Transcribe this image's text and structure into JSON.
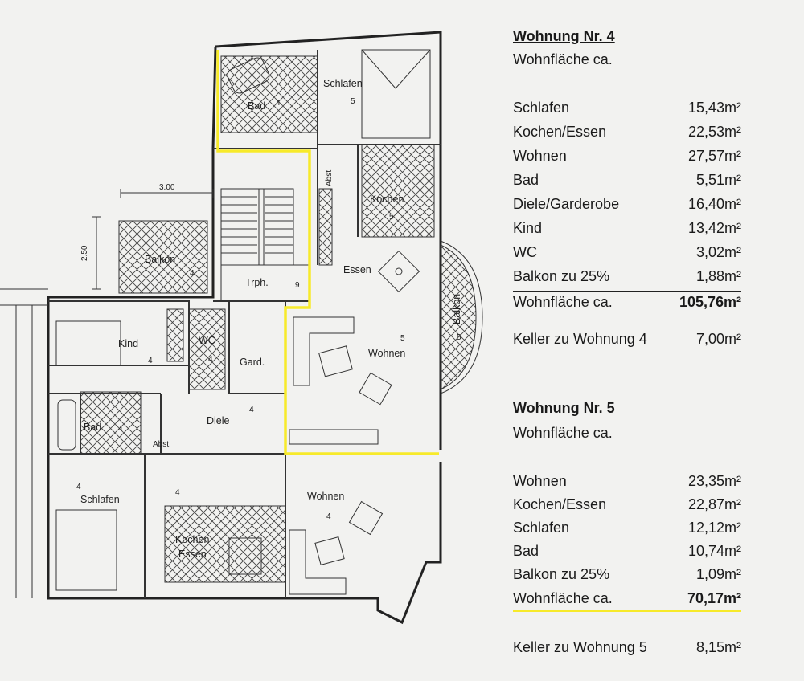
{
  "plan": {
    "dimensions": {
      "width": "3.00",
      "height": "2.50"
    },
    "rooms": [
      {
        "id": "bad4",
        "label": "Bad",
        "num": "4"
      },
      {
        "id": "schlafen4",
        "label": "Schlafen",
        "num": "5"
      },
      {
        "id": "abst4",
        "label": "Abst."
      },
      {
        "id": "kochen4",
        "label": "Kochen",
        "num": "5"
      },
      {
        "id": "essen4",
        "label": "Essen"
      },
      {
        "id": "balkon_west",
        "label": "Balkon",
        "num": "4"
      },
      {
        "id": "trph",
        "label": "Trph.",
        "num": "9"
      },
      {
        "id": "balkon_ost",
        "label": "Balkon",
        "num": "5"
      },
      {
        "id": "wohnen4",
        "label": "Wohnen",
        "num": "5"
      },
      {
        "id": "kind",
        "label": "Kind",
        "num": "4"
      },
      {
        "id": "wc",
        "label": "WC",
        "num": "4"
      },
      {
        "id": "gard",
        "label": "Gard.",
        "num": "4"
      },
      {
        "id": "bad5",
        "label": "Bad",
        "num": "4"
      },
      {
        "id": "diele",
        "label": "Diele",
        "num": "4"
      },
      {
        "id": "abst5",
        "label": "Abst."
      },
      {
        "id": "schlafen5",
        "label": "Schlafen",
        "num": "4"
      },
      {
        "id": "kochen5",
        "label": "Kochen",
        "num": "4"
      },
      {
        "id": "essen5",
        "label": "Essen"
      },
      {
        "id": "wohnen5",
        "label": "Wohnen",
        "num": "4"
      }
    ],
    "highlight_color": "#f7ea2a"
  },
  "wohnung4": {
    "title": "Wohnung Nr. 4",
    "subtitle": "Wohnfläche ca.",
    "rows": [
      {
        "label": "Schlafen",
        "value": "15,43m²"
      },
      {
        "label": "Kochen/Essen",
        "value": "22,53m²"
      },
      {
        "label": "Wohnen",
        "value": "27,57m²"
      },
      {
        "label": "Bad",
        "value": "5,51m²"
      },
      {
        "label": "Diele/Garderobe",
        "value": "16,40m²"
      },
      {
        "label": "Kind",
        "value": "13,42m²"
      },
      {
        "label": "WC",
        "value": "3,02m²"
      },
      {
        "label": "Balkon zu 25%",
        "value": "1,88m²"
      }
    ],
    "total": {
      "label": "Wohnfläche ca.",
      "value": "105,76m²"
    },
    "keller": {
      "label": "Keller zu Wohnung 4",
      "value": "7,00m²"
    }
  },
  "wohnung5": {
    "title": "Wohnung Nr. 5",
    "subtitle": "Wohnfläche ca.",
    "rows": [
      {
        "label": "Wohnen",
        "value": "23,35m²"
      },
      {
        "label": "Kochen/Essen",
        "value": "22,87m²"
      },
      {
        "label": "Schlafen",
        "value": "12,12m²"
      },
      {
        "label": "Bad",
        "value": "10,74m²"
      },
      {
        "label": "Balkon zu 25%",
        "value": "1,09m²"
      }
    ],
    "total": {
      "label": "Wohnfläche ca.",
      "value": "70,17m²"
    },
    "keller": {
      "label": "Keller zu Wohnung 5",
      "value": "8,15m²"
    }
  }
}
